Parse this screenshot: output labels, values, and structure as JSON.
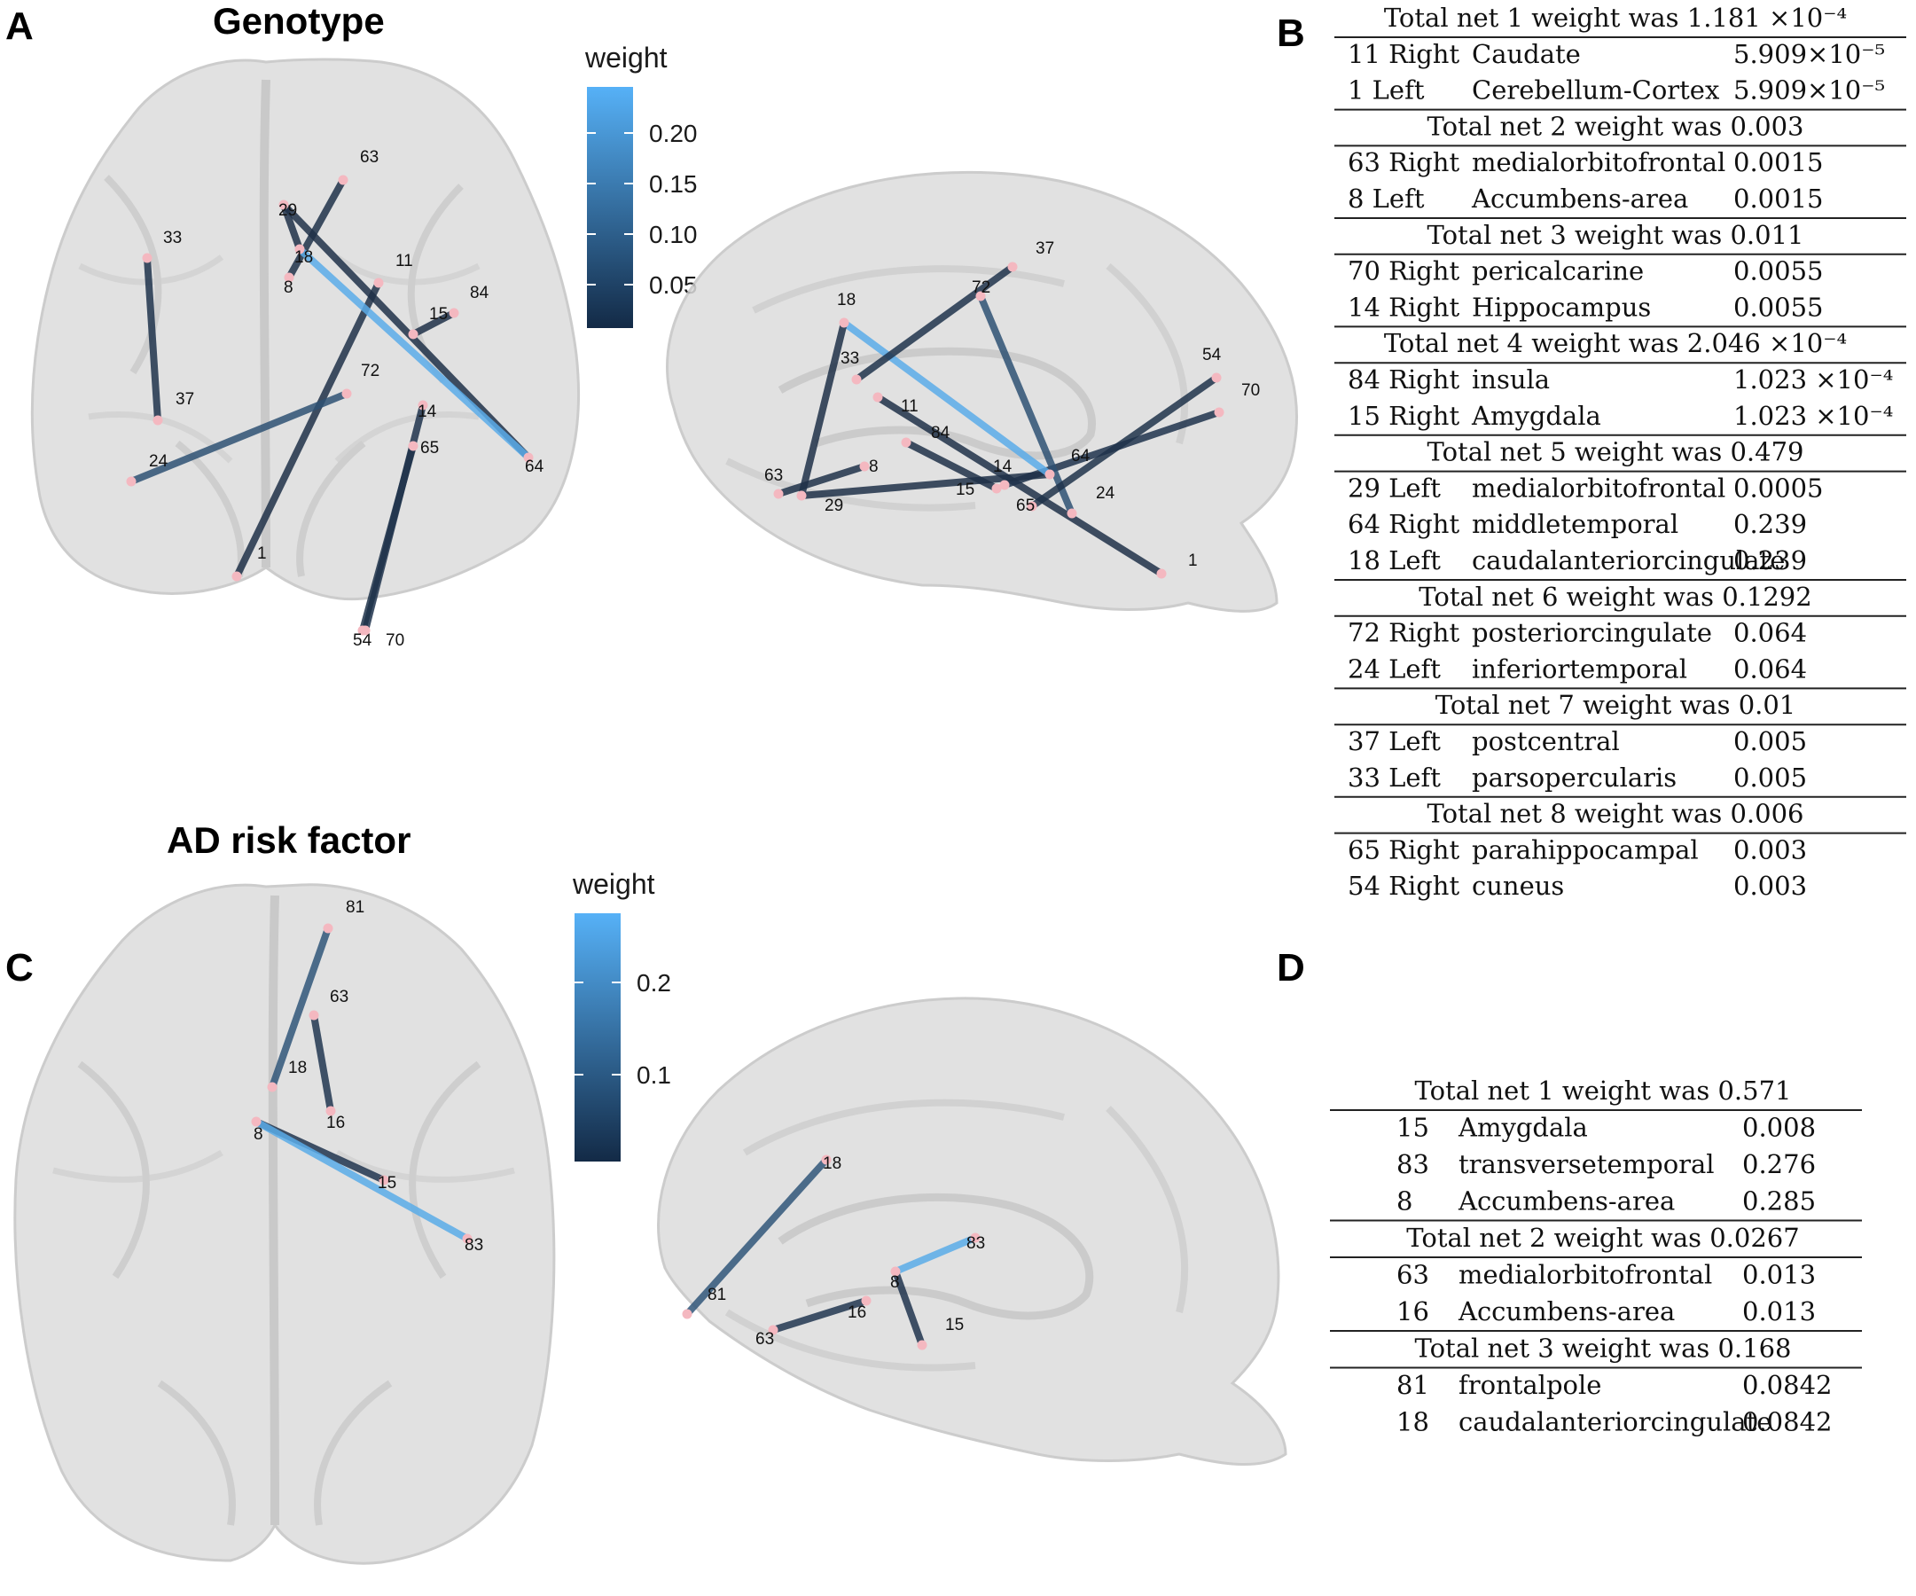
{
  "panels": {
    "A": {
      "letter": "A",
      "title": "Genotype",
      "legend_title": "weight",
      "ticks": [
        "0.20",
        "0.15",
        "0.10",
        "0.05"
      ]
    },
    "B": {
      "letter": "B"
    },
    "C": {
      "letter": "C",
      "title": "AD risk factor",
      "legend_title": "weight",
      "ticks": [
        "0.2",
        "0.1"
      ]
    },
    "D": {
      "letter": "D"
    }
  },
  "colors": {
    "edge_low": "#1e3048",
    "edge_high": "#5aadea",
    "node": "#f4b8c0",
    "brain": "#d9d9d9"
  },
  "genotype": {
    "axial": {
      "nodes": [
        {
          "id": "63",
          "label": "63"
        },
        {
          "id": "29",
          "label": "29"
        },
        {
          "id": "18",
          "label": "18"
        },
        {
          "id": "8",
          "label": "8"
        },
        {
          "id": "33",
          "label": "33"
        },
        {
          "id": "11",
          "label": "11"
        },
        {
          "id": "84",
          "label": "84"
        },
        {
          "id": "15",
          "label": "15"
        },
        {
          "id": "72",
          "label": "72"
        },
        {
          "id": "37",
          "label": "37"
        },
        {
          "id": "14",
          "label": "14"
        },
        {
          "id": "65",
          "label": "65"
        },
        {
          "id": "24",
          "label": "24"
        },
        {
          "id": "64",
          "label": "64"
        },
        {
          "id": "1",
          "label": "1"
        },
        {
          "id": "54",
          "label": "54"
        },
        {
          "id": "70",
          "label": "70"
        }
      ]
    },
    "sagittal": {
      "nodes": [
        {
          "id": "37",
          "label": "37"
        },
        {
          "id": "72",
          "label": "72"
        },
        {
          "id": "18",
          "label": "18"
        },
        {
          "id": "33",
          "label": "33"
        },
        {
          "id": "11",
          "label": "11"
        },
        {
          "id": "84",
          "label": "84"
        },
        {
          "id": "63",
          "label": "63"
        },
        {
          "id": "8",
          "label": "8"
        },
        {
          "id": "29",
          "label": "29"
        },
        {
          "id": "54",
          "label": "54"
        },
        {
          "id": "70",
          "label": "70"
        },
        {
          "id": "64",
          "label": "64"
        },
        {
          "id": "14",
          "label": "14"
        },
        {
          "id": "15",
          "label": "15"
        },
        {
          "id": "65",
          "label": "65"
        },
        {
          "id": "24",
          "label": "24"
        },
        {
          "id": "1",
          "label": "1"
        }
      ]
    },
    "edges": [
      {
        "a": "11",
        "b": "1",
        "weight": 0.0001
      },
      {
        "a": "63",
        "b": "8",
        "weight": 0.0015
      },
      {
        "a": "70",
        "b": "14",
        "weight": 0.0055
      },
      {
        "a": "84",
        "b": "15",
        "weight": 0.0001
      },
      {
        "a": "29",
        "b": "64",
        "weight": 0.0005
      },
      {
        "a": "64",
        "b": "18",
        "weight": 0.239
      },
      {
        "a": "18",
        "b": "29",
        "weight": 0.0005
      },
      {
        "a": "72",
        "b": "24",
        "weight": 0.064
      },
      {
        "a": "37",
        "b": "33",
        "weight": 0.005
      },
      {
        "a": "65",
        "b": "54",
        "weight": 0.003
      }
    ]
  },
  "ad_risk": {
    "axial": {
      "nodes": [
        {
          "id": "81",
          "label": "81"
        },
        {
          "id": "63",
          "label": "63"
        },
        {
          "id": "18",
          "label": "18"
        },
        {
          "id": "16",
          "label": "16"
        },
        {
          "id": "8",
          "label": "8"
        },
        {
          "id": "15",
          "label": "15"
        },
        {
          "id": "83",
          "label": "83"
        }
      ]
    },
    "sagittal": {
      "nodes": [
        {
          "id": "18",
          "label": "18"
        },
        {
          "id": "81",
          "label": "81"
        },
        {
          "id": "83",
          "label": "83"
        },
        {
          "id": "8",
          "label": "8"
        },
        {
          "id": "16",
          "label": "16"
        },
        {
          "id": "63",
          "label": "63"
        },
        {
          "id": "15",
          "label": "15"
        }
      ]
    },
    "edges": [
      {
        "a": "8",
        "b": "15",
        "weight": 0.008
      },
      {
        "a": "8",
        "b": "83",
        "weight": 0.276
      },
      {
        "a": "63",
        "b": "16",
        "weight": 0.013
      },
      {
        "a": "81",
        "b": "18",
        "weight": 0.0842
      }
    ]
  },
  "table_B": [
    {
      "type": "header",
      "text": "Total net 1 weight was 1.181 ×10⁻⁴"
    },
    {
      "type": "row",
      "cells": [
        "11 Right",
        "Caudate",
        "5.909×10⁻⁵"
      ]
    },
    {
      "type": "row",
      "cells": [
        "1 Left",
        "Cerebellum-Cortex",
        "5.909×10⁻⁵"
      ]
    },
    {
      "type": "header",
      "text": "Total net 2 weight was 0.003"
    },
    {
      "type": "row",
      "cells": [
        "63 Right",
        "medialorbitofrontal",
        "0.0015"
      ]
    },
    {
      "type": "row",
      "cells": [
        "8 Left",
        "Accumbens-area",
        "0.0015"
      ]
    },
    {
      "type": "header",
      "text": "Total net   3 weight was 0.011"
    },
    {
      "type": "row",
      "cells": [
        "70 Right",
        "pericalcarine",
        "0.0055"
      ]
    },
    {
      "type": "row",
      "cells": [
        "14 Right",
        "Hippocampus",
        "0.0055"
      ]
    },
    {
      "type": "header",
      "text": "Total net 4 weight was 2.046 ×10⁻⁴"
    },
    {
      "type": "row",
      "cells": [
        "84 Right",
        "insula",
        "1.023 ×10⁻⁴"
      ]
    },
    {
      "type": "row",
      "cells": [
        "15 Right",
        "Amygdala",
        "1.023 ×10⁻⁴"
      ]
    },
    {
      "type": "header",
      "text": "Total net 5 weight was 0.479"
    },
    {
      "type": "row",
      "cells": [
        "29 Left",
        "medialorbitofrontal",
        "0.0005"
      ]
    },
    {
      "type": "row",
      "cells": [
        "64 Right",
        "middletemporal",
        "0.239"
      ]
    },
    {
      "type": "row",
      "cells": [
        "18 Left",
        "caudalanteriorcingulate",
        "0.239"
      ]
    },
    {
      "type": "header",
      "text": "Total net 6 weight was 0.1292"
    },
    {
      "type": "row",
      "cells": [
        "72 Right",
        "posteriorcingulate",
        "0.064"
      ]
    },
    {
      "type": "row",
      "cells": [
        "24 Left",
        "inferiortemporal",
        "0.064"
      ]
    },
    {
      "type": "header",
      "text": "Total net 7 weight was 0.01"
    },
    {
      "type": "row",
      "cells": [
        "37 Left",
        "postcentral",
        "0.005"
      ]
    },
    {
      "type": "row",
      "cells": [
        "33 Left",
        "parsopercularis",
        "0.005"
      ]
    },
    {
      "type": "header",
      "text": "Total net 8 weight was 0.006"
    },
    {
      "type": "row",
      "cells": [
        "65 Right",
        "parahippocampal",
        "0.003"
      ]
    },
    {
      "type": "row",
      "cells": [
        "54 Right",
        "cuneus",
        "0.003"
      ]
    }
  ],
  "table_D": [
    {
      "type": "header",
      "text": "Total net 1 weight was 0.571"
    },
    {
      "type": "row",
      "cells": [
        "15",
        "Amygdala",
        "0.008"
      ]
    },
    {
      "type": "row",
      "cells": [
        "83",
        "transversetemporal",
        "0.276"
      ]
    },
    {
      "type": "row",
      "cells": [
        "8",
        "Accumbens-area",
        "0.285"
      ]
    },
    {
      "type": "header",
      "text": "Total net 2 weight was 0.0267"
    },
    {
      "type": "row",
      "cells": [
        "63",
        "medialorbitofrontal",
        "0.013"
      ]
    },
    {
      "type": "row",
      "cells": [
        "16",
        "Accumbens-area",
        "0.013"
      ]
    },
    {
      "type": "header",
      "text": "Total net 3 weight was 0.168"
    },
    {
      "type": "row",
      "cells": [
        "81",
        "frontalpole",
        "0.0842"
      ]
    },
    {
      "type": "row",
      "cells": [
        "18",
        "caudalanteriorcingulate",
        "0.0842"
      ]
    }
  ]
}
